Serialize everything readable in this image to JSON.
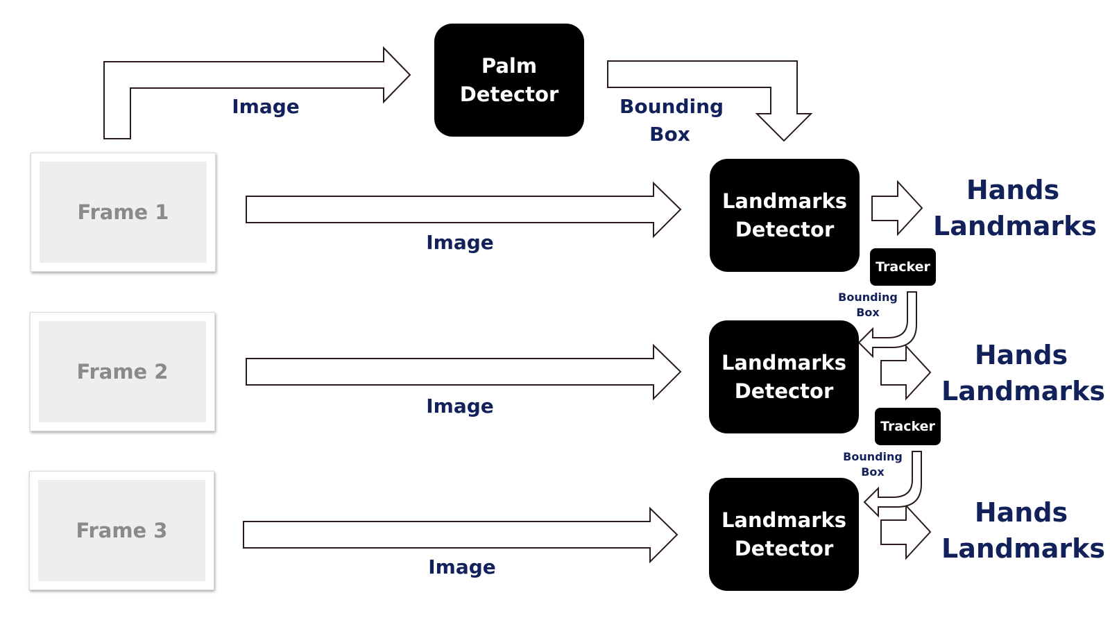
{
  "frames": [
    {
      "label": "Frame 1"
    },
    {
      "label": "Frame 2"
    },
    {
      "label": "Frame 3"
    }
  ],
  "palm_detector": {
    "line1": "Palm",
    "line2": "Detector"
  },
  "landmarks_detectors": [
    {
      "line1": "Landmarks",
      "line2": "Detector"
    },
    {
      "line1": "Landmarks",
      "line2": "Detector"
    },
    {
      "line1": "Landmarks",
      "line2": "Detector"
    }
  ],
  "trackers": [
    {
      "label": "Tracker"
    },
    {
      "label": "Tracker"
    }
  ],
  "image_labels": [
    "Image",
    "Image",
    "Image",
    "Image"
  ],
  "bounding_box_main": {
    "line1": "Bounding",
    "line2": "Box"
  },
  "bounding_box_small": [
    {
      "line1": "Bounding",
      "line2": "Box"
    },
    {
      "line1": "Bounding",
      "line2": "Box"
    }
  ],
  "outputs": [
    {
      "line1": "Hands",
      "line2": "Landmarks"
    },
    {
      "line1": "Hands",
      "line2": "Landmarks"
    },
    {
      "line1": "Hands",
      "line2": "Landmarks"
    }
  ],
  "colors": {
    "label_text": "#13215a",
    "block_fill": "#000000",
    "arrow_stroke": "#2a1a1a"
  }
}
